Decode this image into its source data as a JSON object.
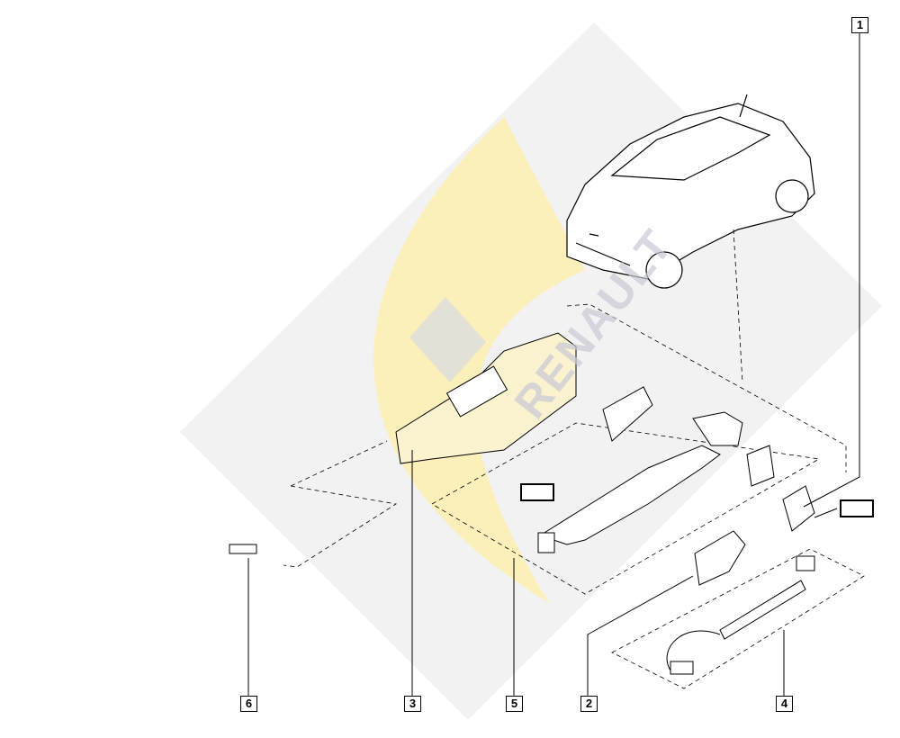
{
  "diagram": {
    "watermark": "RENAULT",
    "callouts": [
      "1",
      "2",
      "3",
      "4",
      "5",
      "6"
    ],
    "colors": {
      "watermark_yellow": "#fdefb0",
      "watermark_grey": "#ececec",
      "line": "#000000"
    }
  }
}
